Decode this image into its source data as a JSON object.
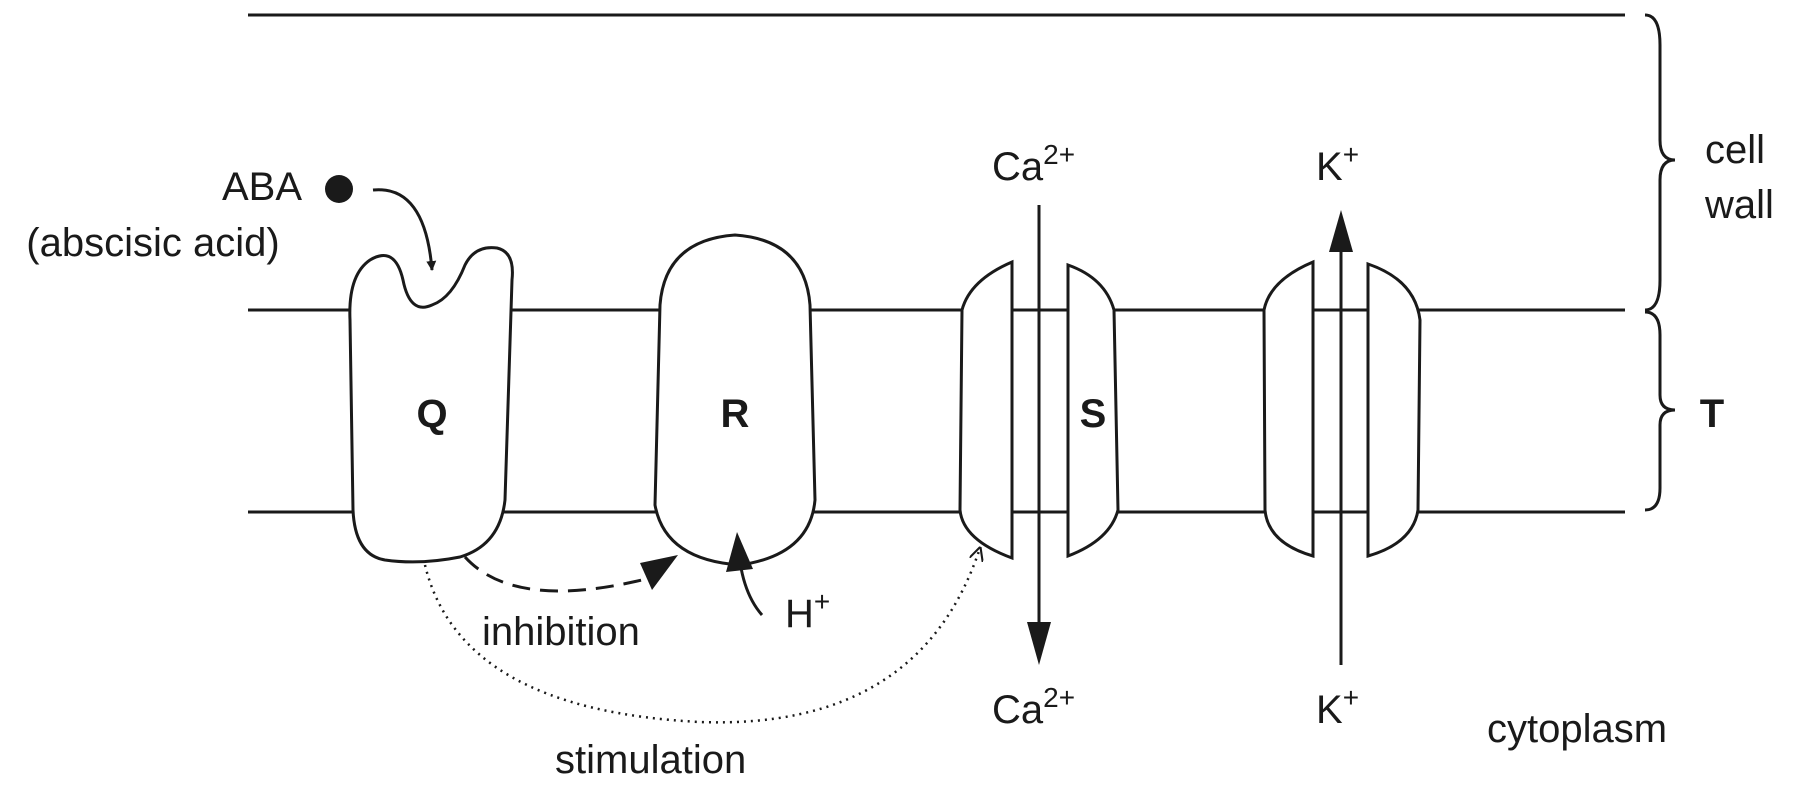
{
  "labels": {
    "aba": "ABA",
    "aba_full": "(abscisic acid)",
    "protein_q": "Q",
    "protein_r": "R",
    "channel_s": "S",
    "region_t": "T",
    "cell": "cell",
    "wall": "wall",
    "cytoplasm": "cytoplasm",
    "inhibition": "inhibition",
    "stimulation": "stimulation",
    "ca_ion": "Ca",
    "ca_charge": "2+",
    "k_ion": "K",
    "k_charge": "+",
    "h_ion": "H",
    "h_charge": "+"
  }
}
